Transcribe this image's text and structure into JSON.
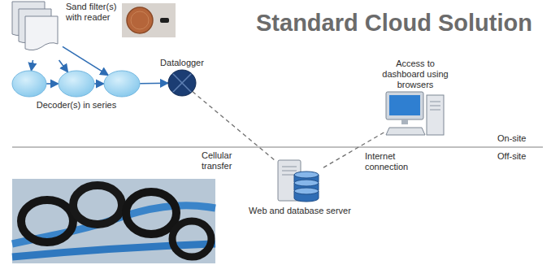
{
  "diagram": {
    "title": "Standard Cloud Solution",
    "nodes": [
      {
        "text": [
          "Sand filter(s) with reader"
        ]
      },
      {
        "text": []
      },
      {
        "text": [
          "Decoder(s) in series"
        ]
      },
      {
        "text": []
      },
      {
        "text": [
          "Datalogger"
        ]
      },
      {
        "text": [
          "Access to dashboard using browsers"
        ]
      },
      {
        "text": [
          "Web and database server"
        ]
      }
    ],
    "edges": [
      {
        "from": 0,
        "to": 1,
        "arrow": "to"
      },
      {
        "from": 0,
        "to": 2,
        "arrow": "to"
      },
      {
        "from": 0,
        "to": 3,
        "arrow": "to"
      },
      {
        "from": 1,
        "to": 2,
        "arrow": "to"
      },
      {
        "from": 2,
        "to": 3,
        "arrow": "to"
      },
      {
        "from": 3,
        "to": 4,
        "arrow": "to"
      },
      {
        "from": 4,
        "to": 6,
        "label": "Cellular transfer",
        "arrow": "none"
      },
      {
        "from": 6,
        "to": 5,
        "label": "Internet connection",
        "arrow": "none"
      }
    ],
    "labels": [
      "On-site",
      "Off-site"
    ]
  }
}
